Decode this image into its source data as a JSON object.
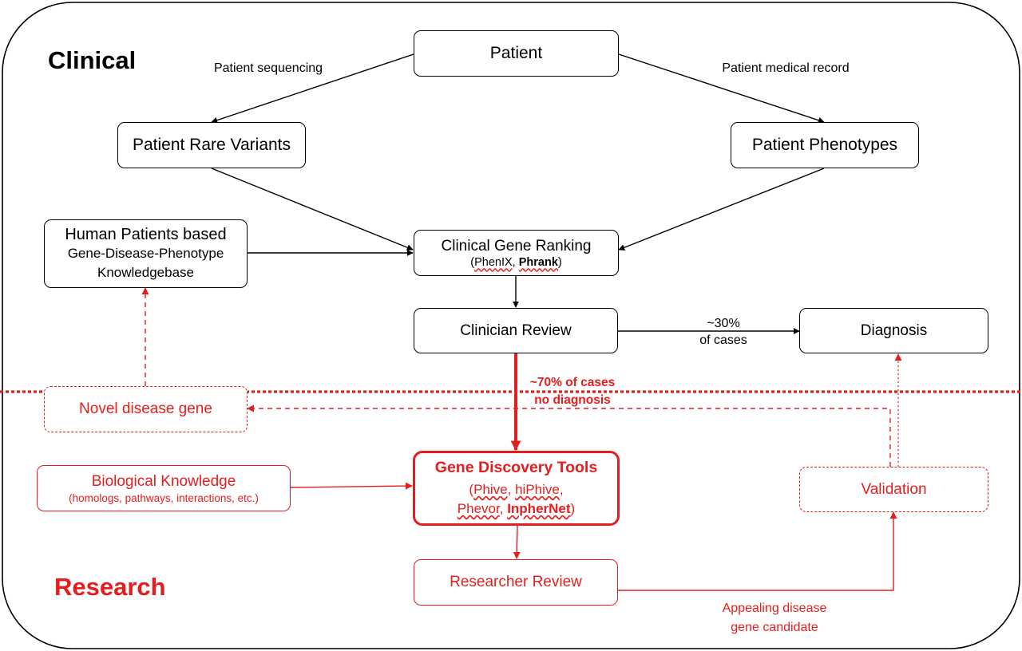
{
  "sections": {
    "clinical": "Clinical",
    "research": "Research"
  },
  "colors": {
    "black": "#000000",
    "red": "#e41e1e"
  },
  "nodes": {
    "patient": "Patient",
    "rare_variants": "Patient Rare Variants",
    "phenotypes": "Patient Phenotypes",
    "knowledgebase": {
      "line1": "Human Patients based",
      "line2": "Gene-Disease-Phenotype",
      "line3": "Knowledgebase"
    },
    "clinical_ranking": {
      "title": "Clinical Gene Ranking",
      "open": "(",
      "tool1": "PhenIX",
      "sep": ", ",
      "tool2": "Phrank",
      "close": ")"
    },
    "clinician_review": "Clinician Review",
    "diagnosis": "Diagnosis",
    "novel_gene": "Novel disease gene",
    "bio_knowledge": {
      "title": "Biological Knowledge",
      "sub": "(homologs, pathways, interactions, etc.)"
    },
    "discovery_tools": {
      "title": "Gene Discovery Tools",
      "open": "(",
      "tool1": "Phive",
      "sep1": ", ",
      "tool2": "hiPhive",
      "sep2": ",",
      "tool3": "Phevor",
      "sep3": ", ",
      "tool4": "InpherNet",
      "close": ")"
    },
    "validation": "Validation",
    "researcher_review": "Researcher Review"
  },
  "edge_labels": {
    "sequencing": "Patient sequencing",
    "medical_record": "Patient medical record",
    "pct30_line1": "~30%",
    "pct30_line2": "of cases",
    "pct70_line1": "~70% of cases",
    "pct70_line2": "no diagnosis",
    "appealing_line1": "Appealing disease",
    "appealing_line2": "gene candidate"
  }
}
